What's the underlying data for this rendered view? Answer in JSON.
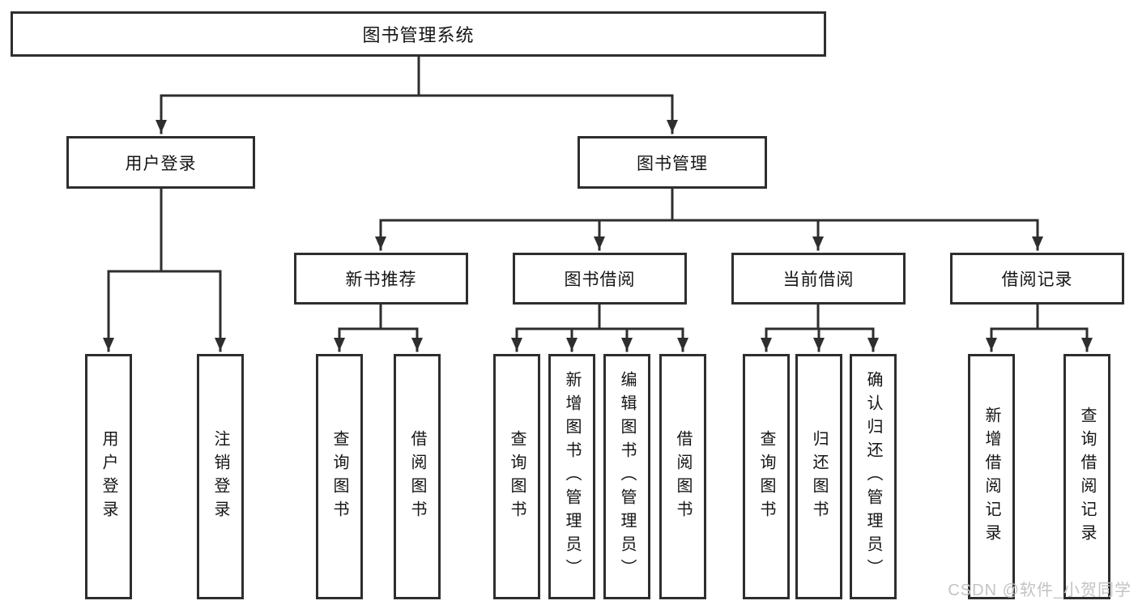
{
  "diagram": {
    "root": {
      "label": "图书管理系统"
    },
    "branches": [
      {
        "label": "用户登录",
        "children": [
          {
            "label": "用户登录"
          },
          {
            "label": "注销登录"
          }
        ]
      },
      {
        "label": "图书管理",
        "children": [
          {
            "label": "新书推荐",
            "children": [
              {
                "label": "查询图书"
              },
              {
                "label": "借阅图书"
              }
            ]
          },
          {
            "label": "图书借阅",
            "children": [
              {
                "label": "查询图书"
              },
              {
                "label": "新增图书（管理员）"
              },
              {
                "label": "编辑图书（管理员）"
              },
              {
                "label": "借阅图书"
              }
            ]
          },
          {
            "label": "当前借阅",
            "children": [
              {
                "label": "查询图书"
              },
              {
                "label": "归还图书"
              },
              {
                "label": "确认归还（管理员）"
              }
            ]
          },
          {
            "label": "借阅记录",
            "children": [
              {
                "label": "新增借阅记录"
              },
              {
                "label": "查询借阅记录"
              }
            ]
          }
        ]
      }
    ]
  },
  "watermark": {
    "text": "CSDN @软件_小贺同学"
  },
  "colors": {
    "line": "#2e2e2e",
    "box_border": "#2e2e2e",
    "text": "#151515",
    "watermark": "#c3c3c3",
    "background": "#ffffff"
  }
}
